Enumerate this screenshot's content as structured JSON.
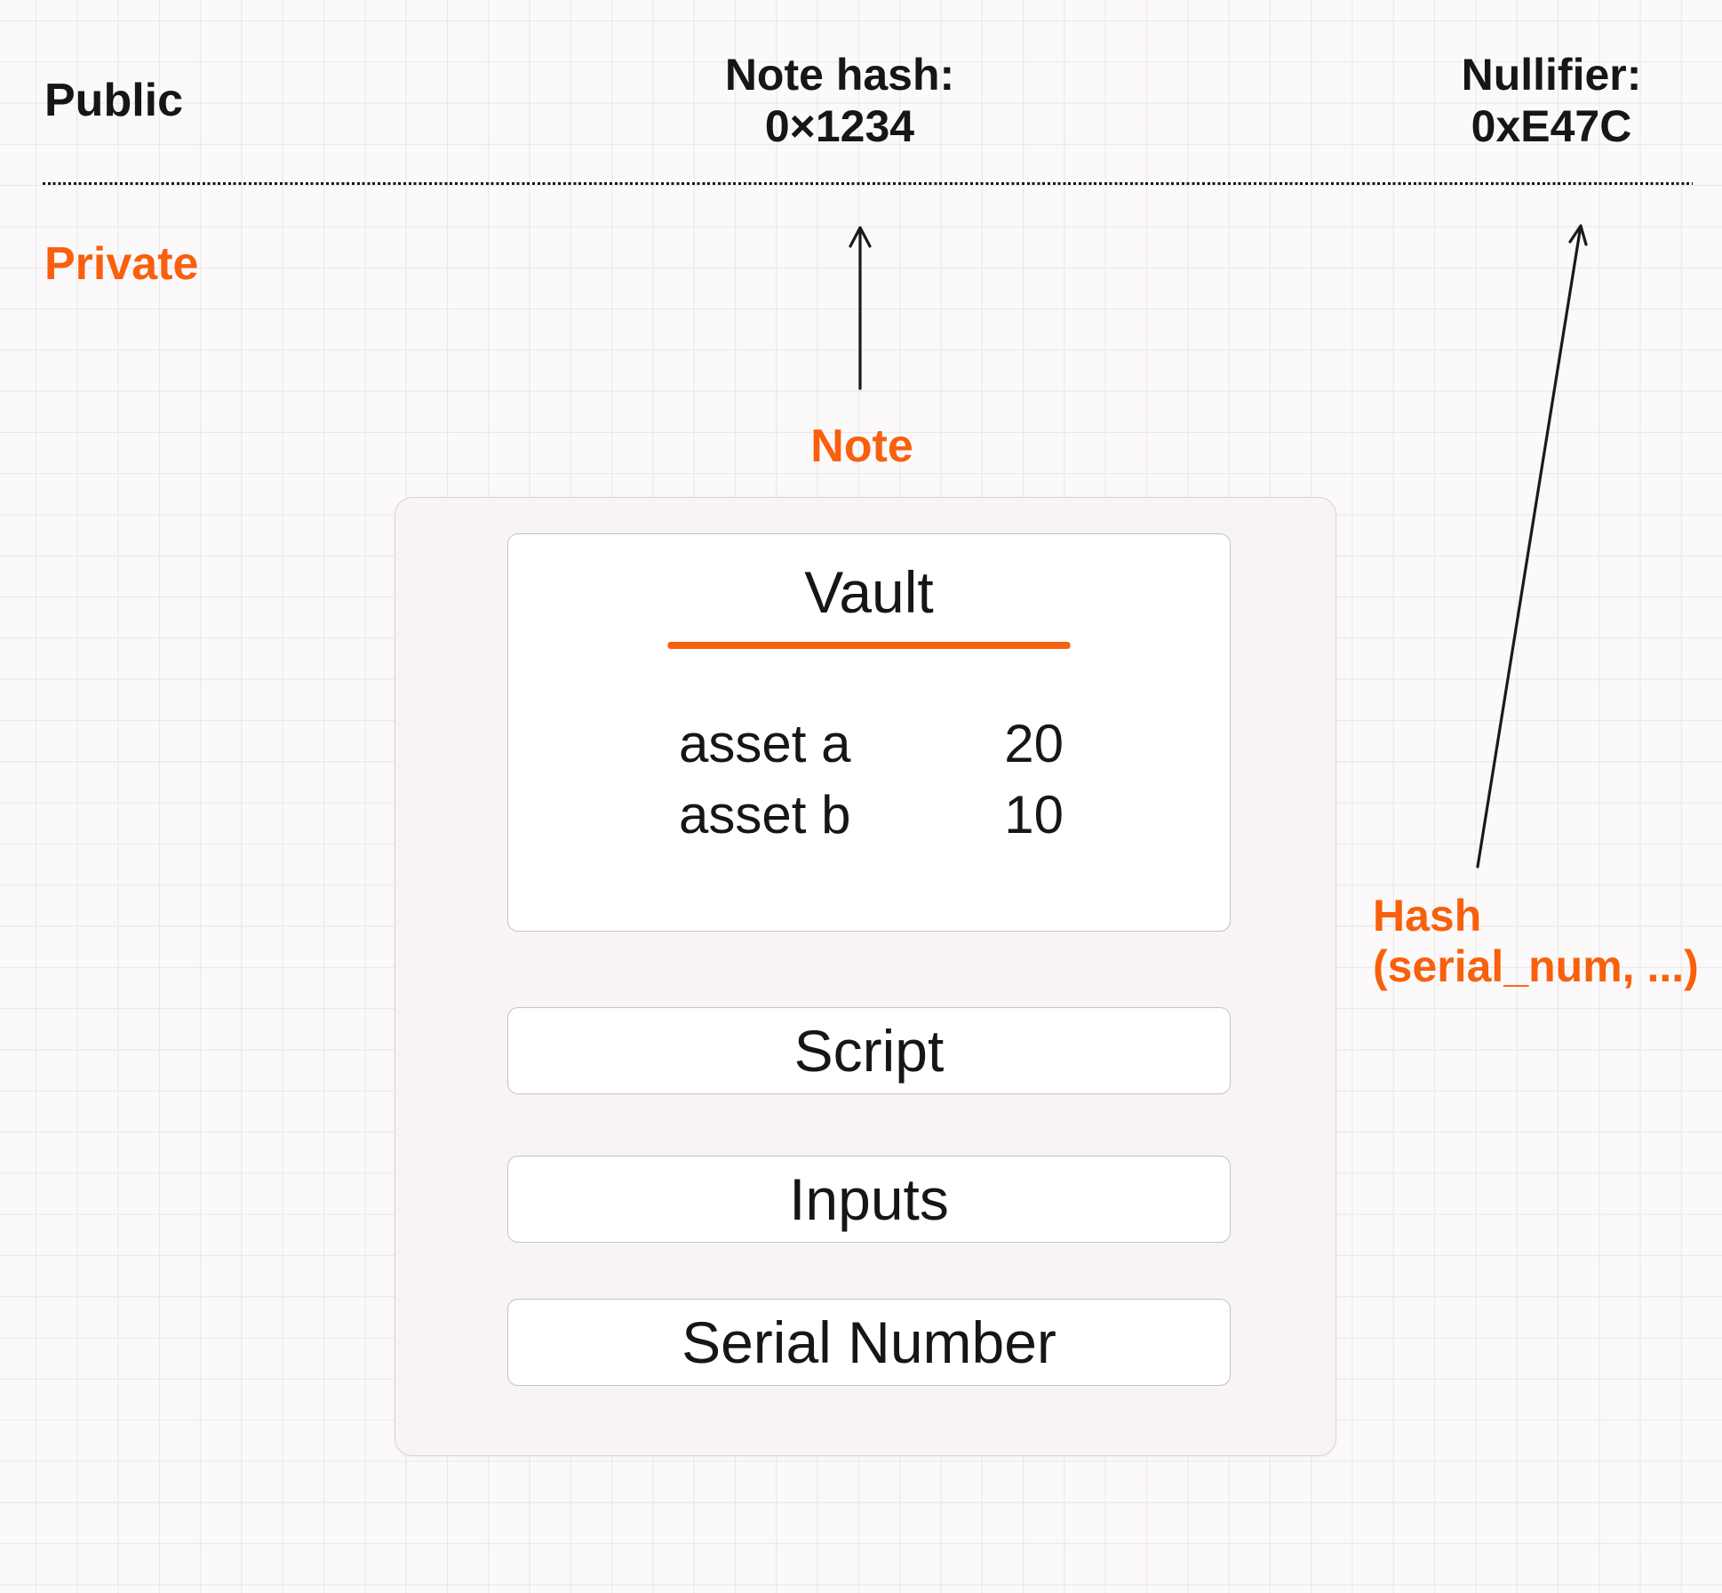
{
  "colors": {
    "orange": "#f8600d",
    "ink": "#161616",
    "canvas_bg": "#fbf9fa",
    "grid_line": "#e9e6e9",
    "card_fill": "#f8f3f6",
    "card_border": "#d6d2d6",
    "box_border": "#c5c2c7",
    "arrow": "#1a1a1a"
  },
  "header": {
    "public_label": "Public",
    "private_label": "Private",
    "note_hash": {
      "label": "Note hash:",
      "value": "0×1234"
    },
    "nullifier": {
      "label": "Nullifier:",
      "value": "0xE47C"
    }
  },
  "note": {
    "label": "Note",
    "vault": {
      "title": "Vault",
      "rows": [
        {
          "name": "asset a",
          "value": "20"
        },
        {
          "name": "asset b",
          "value": "10"
        }
      ]
    },
    "sections": [
      {
        "label": "Script"
      },
      {
        "label": "Inputs"
      },
      {
        "label": "Serial Number"
      }
    ]
  },
  "hash_annotation": {
    "line1": "Hash",
    "line2": "(serial_num, ...)"
  }
}
